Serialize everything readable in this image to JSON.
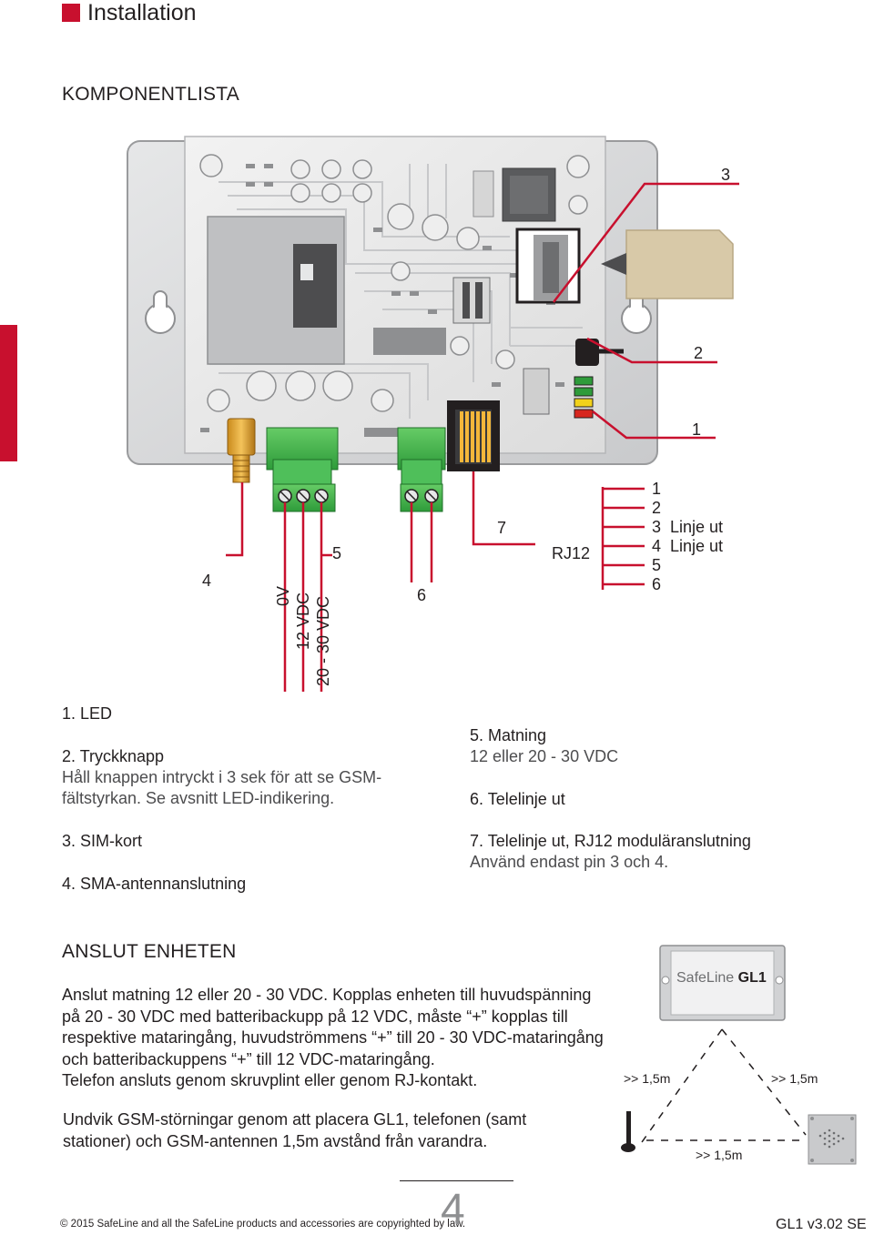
{
  "header": {
    "title": "Installation",
    "accent_color": "#c8102e"
  },
  "section1": {
    "heading": "KOMPONENTLISTA"
  },
  "diagram": {
    "callouts": {
      "c1": "1",
      "c2": "2",
      "c3": "3",
      "c4": "4",
      "c5": "5",
      "c6": "6",
      "c7": "7",
      "rj12": "RJ12"
    },
    "power_labels": [
      "0V",
      "12 VDC",
      "20 - 30 VDC"
    ],
    "rj_pins": [
      "1",
      "2",
      "3  Linje ut",
      "4  Linje ut",
      "5",
      "6"
    ]
  },
  "legend": {
    "left": [
      {
        "title": "1. LED",
        "desc": ""
      },
      {
        "title": "2. Tryckknapp",
        "desc": "Håll knappen intryckt i 3 sek för att se GSM-",
        "desc2": "fältstyrkan. Se avsnitt LED-indikering."
      },
      {
        "title": "3. SIM-kort",
        "desc": ""
      },
      {
        "title": "4. SMA-antennanslutning",
        "desc": ""
      }
    ],
    "right": [
      {
        "title": "5. Matning",
        "desc": "12 eller 20 - 30  VDC"
      },
      {
        "title": "6. Telelinje ut",
        "desc": ""
      },
      {
        "title": "7. Telelinje ut, RJ12 moduläranslutning",
        "desc": "Använd endast pin 3 och 4."
      }
    ]
  },
  "section2": {
    "heading": "ANSLUT ENHETEN",
    "para1": [
      "Anslut matning 12 eller 20 - 30 VDC. Kopplas enheten till huvudspänning",
      "på 20 - 30 VDC med batteribackupp på 12 VDC, måste “+” kopplas till",
      "respektive mataringång, huvudströmmens “+” till 20 - 30 VDC-mataringång",
      "och batteribackuppens “+” till 12 VDC-mataringång.",
      "Telefon ansluts genom skruvplint eller genom RJ-kontakt."
    ],
    "para2": [
      "Undvik GSM-störningar genom att placera GL1, telefonen (samt",
      "stationer) och GSM-antennen 1,5m avstånd från varandra."
    ]
  },
  "distance_figure": {
    "device_brand": "SafeLine",
    "device_model": "GL1",
    "distance_left": ">> 1,5m",
    "distance_right": ">> 1,5m",
    "distance_bottom": ">> 1,5m"
  },
  "footer": {
    "copyright": "© 2015 SafeLine and all the SafeLine products and accessories are copyrighted by law.",
    "page_number": "4",
    "doc_version": "GL1 v3.02 SE"
  }
}
